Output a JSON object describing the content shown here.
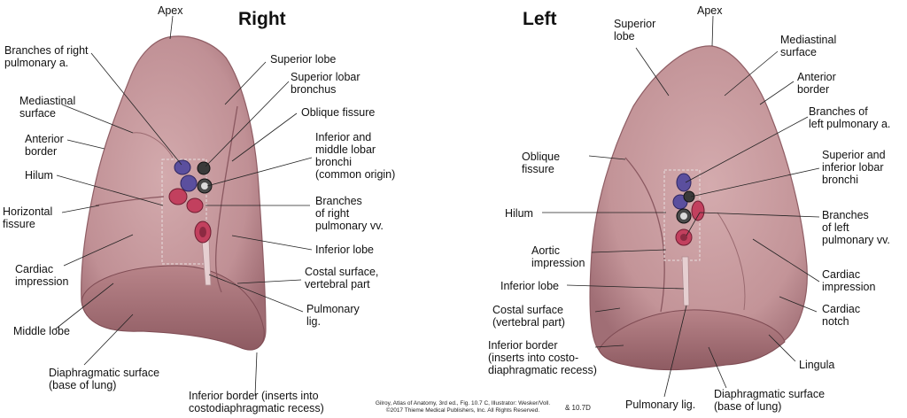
{
  "headings": {
    "right": "Right",
    "left": "Left"
  },
  "right_labels": {
    "apex": "Apex",
    "branches_right_pulm_a": "Branches of right\npulmonary a.",
    "mediastinal_surface": "Mediastinal\nsurface",
    "anterior_border": "Anterior\nborder",
    "hilum": "Hilum",
    "horizontal_fissure": "Horizontal\nfissure",
    "cardiac_impression": "Cardiac\nimpression",
    "middle_lobe": "Middle lobe",
    "diaphragmatic_surface": "Diaphragmatic surface\n(base of lung)",
    "superior_lobe": "Superior lobe",
    "superior_lobar_bronchus": "Superior lobar\nbronchus",
    "oblique_fissure": "Oblique fissure",
    "inferior_middle_bronchi": "Inferior and\nmiddle lobar\nbronchi\n(common origin)",
    "branches_right_pulm_vv": "Branches\nof right\npulmonary vv.",
    "inferior_lobe": "Inferior lobe",
    "costal_surface": "Costal surface,\nvertebral part",
    "pulmonary_lig": "Pulmonary\nlig.",
    "inferior_border": "Inferior border (inserts into\ncostodiaphragmatic recess)"
  },
  "left_labels": {
    "apex": "Apex",
    "superior_lobe": "Superior\nlobe",
    "mediastinal_surface": "Mediastinal\nsurface",
    "anterior_border": "Anterior\nborder",
    "branches_left_pulm_a": "Branches of\nleft pulmonary a.",
    "superior_inferior_bronchi": "Superior and\ninferior lobar\nbronchi",
    "branches_left_pulm_vv": "Branches\nof left\npulmonary vv.",
    "cardiac_impression": "Cardiac\nimpression",
    "cardiac_notch": "Cardiac\nnotch",
    "lingula": "Lingula",
    "diaphragmatic_surface": "Diaphragmatic surface\n(base of lung)",
    "pulmonary_lig": "Pulmonary lig.",
    "oblique_fissure": "Oblique\nfissure",
    "hilum": "Hilum",
    "aortic_impression": "Aortic\nimpression",
    "inferior_lobe": "Inferior lobe",
    "costal_surface": "Costal surface\n(vertebral part)",
    "inferior_border": "Inferior border\n(inserts into costo-\ndiaphragmatic recess)"
  },
  "credit": "Gilroy, Atlas of Anatomy, 3rd ed., Fig. 10.7 C, Illustrator: Wesker/Voll.\n©2017 Thieme Medical Publishers, Inc. All Rights Reserved.",
  "figure_ref": "& 10.7D",
  "colors": {
    "lung": "#c4959a",
    "lung_dark": "#9e6b72",
    "artery": "#5b4f9e",
    "vein": "#c2405e",
    "bronchus": "#3a3a3a",
    "leader": "#222222"
  }
}
